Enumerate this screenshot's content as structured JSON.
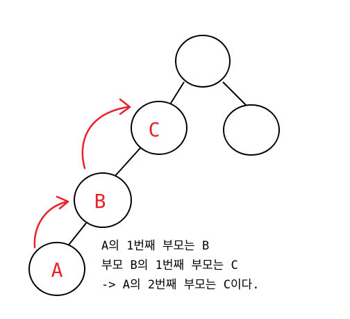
{
  "nodes": {
    "root": {
      "label": ""
    },
    "right": {
      "label": ""
    },
    "c": {
      "label": "C"
    },
    "b": {
      "label": "B"
    },
    "a": {
      "label": "A"
    }
  },
  "caption": {
    "line1": "A의 1번째 부모는 B",
    "line2": "부모 B의 1번째 부모는 C",
    "line3": "-> A의 2번째 부모는 C이다."
  },
  "colors": {
    "arrow": "#e8202a",
    "label": "#e8202a",
    "stroke": "#000000"
  }
}
